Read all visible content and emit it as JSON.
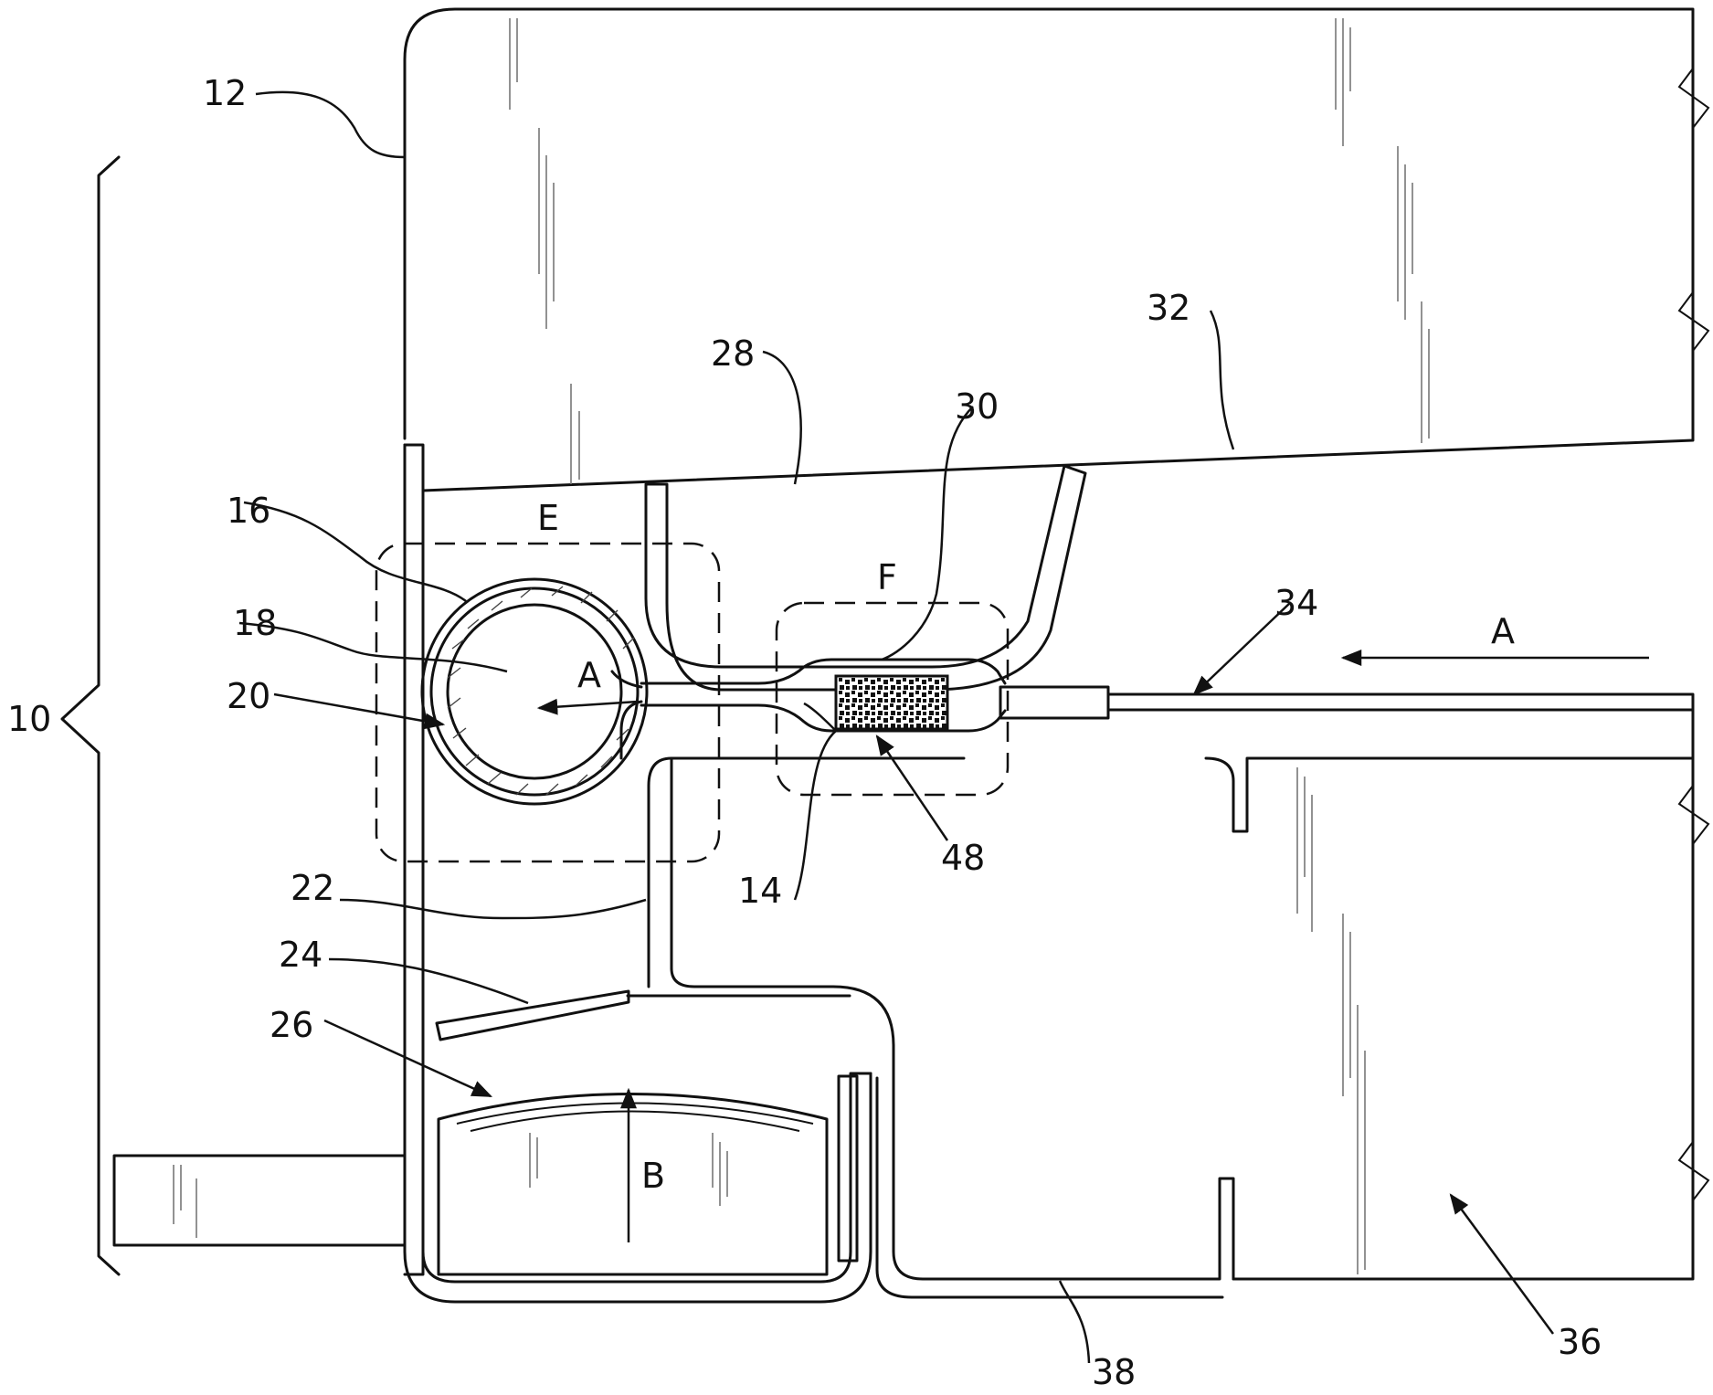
{
  "figure": {
    "reference_numerals": [
      "10",
      "12",
      "14",
      "16",
      "18",
      "20",
      "22",
      "24",
      "26",
      "28",
      "30",
      "32",
      "34",
      "36",
      "38",
      "48"
    ],
    "detail_labels": [
      "E",
      "F"
    ],
    "flow_labels": [
      "A",
      "A",
      "B"
    ]
  },
  "labels": {
    "n10": "10",
    "n12": "12",
    "n14": "14",
    "n16": "16",
    "n18": "18",
    "n20": "20",
    "n22": "22",
    "n24": "24",
    "n26": "26",
    "n28": "28",
    "n30": "30",
    "n32": "32",
    "n34": "34",
    "n36": "36",
    "n38": "38",
    "n48": "48",
    "detail_e": "E",
    "detail_f": "F",
    "flow_a_inlet": "A",
    "flow_a_chamber": "A",
    "flow_b": "B"
  }
}
